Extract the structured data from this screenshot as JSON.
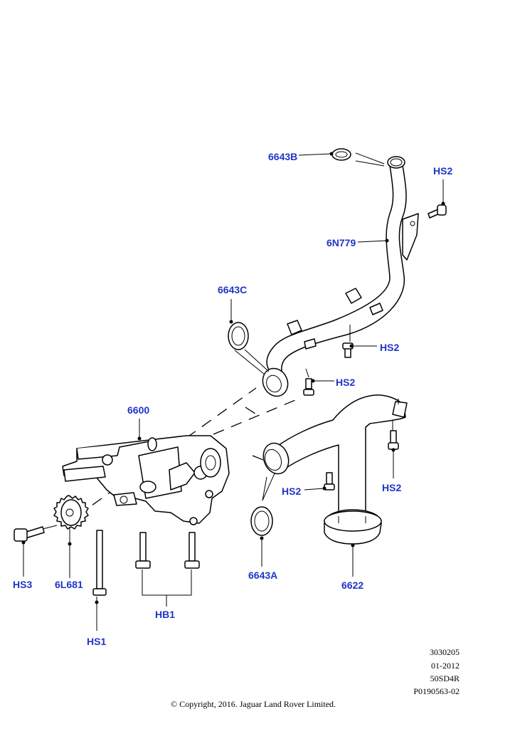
{
  "callouts": {
    "c6643B": "6643B",
    "hs2_top": "HS2",
    "c6N779": "6N779",
    "c6643C": "6643C",
    "hs2_mid": "HS2",
    "hs2_low": "HS2",
    "c6600": "6600",
    "hs2_pipe": "HS2",
    "hs2_right": "HS2",
    "hs3": "HS3",
    "c6L681": "6L681",
    "c6643A": "6643A",
    "c6622": "6622",
    "hb1": "HB1",
    "hs1": "HS1"
  },
  "meta": {
    "line1": "3030205",
    "line2": "01-2012",
    "line3": "50SD4R",
    "line4": "P0190563-02"
  },
  "copyright": "© Copyright, 2016. Jaguar Land Rover Limited."
}
